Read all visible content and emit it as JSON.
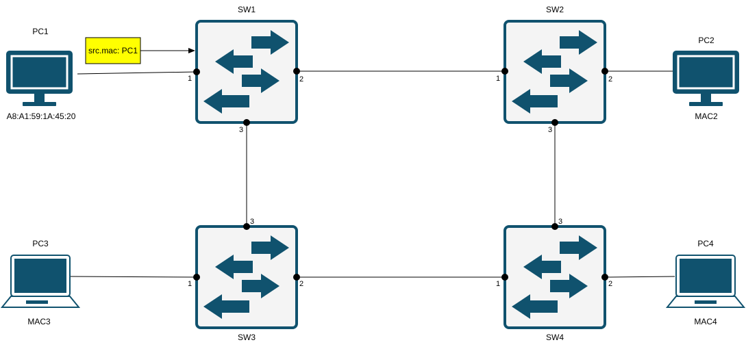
{
  "switches": {
    "sw1": {
      "name": "SW1"
    },
    "sw2": {
      "name": "SW2"
    },
    "sw3": {
      "name": "SW3"
    },
    "sw4": {
      "name": "SW4"
    }
  },
  "pcs": {
    "pc1": {
      "name": "PC1",
      "mac": "A8:A1:59:1A:45:20",
      "type": "desktop-monitor"
    },
    "pc2": {
      "name": "PC2",
      "mac": "MAC2",
      "type": "desktop-monitor"
    },
    "pc3": {
      "name": "PC3",
      "mac": "MAC3",
      "type": "laptop"
    },
    "pc4": {
      "name": "PC4",
      "mac": "MAC4",
      "type": "laptop"
    }
  },
  "ports": {
    "sw1": {
      "p1": "1",
      "p2": "2",
      "p3": "3"
    },
    "sw2": {
      "p1": "1",
      "p2": "2",
      "p3": "3"
    },
    "sw3": {
      "p1": "1",
      "p2": "2",
      "p3": "3"
    },
    "sw4": {
      "p1": "1",
      "p2": "2",
      "p3": "3"
    }
  },
  "frame_note": {
    "text": "src.mac: PC1"
  },
  "colors": {
    "device": "#10526e",
    "switch_fill": "#f4f4f4",
    "note_fill": "#ffff00",
    "link": "#000000"
  }
}
